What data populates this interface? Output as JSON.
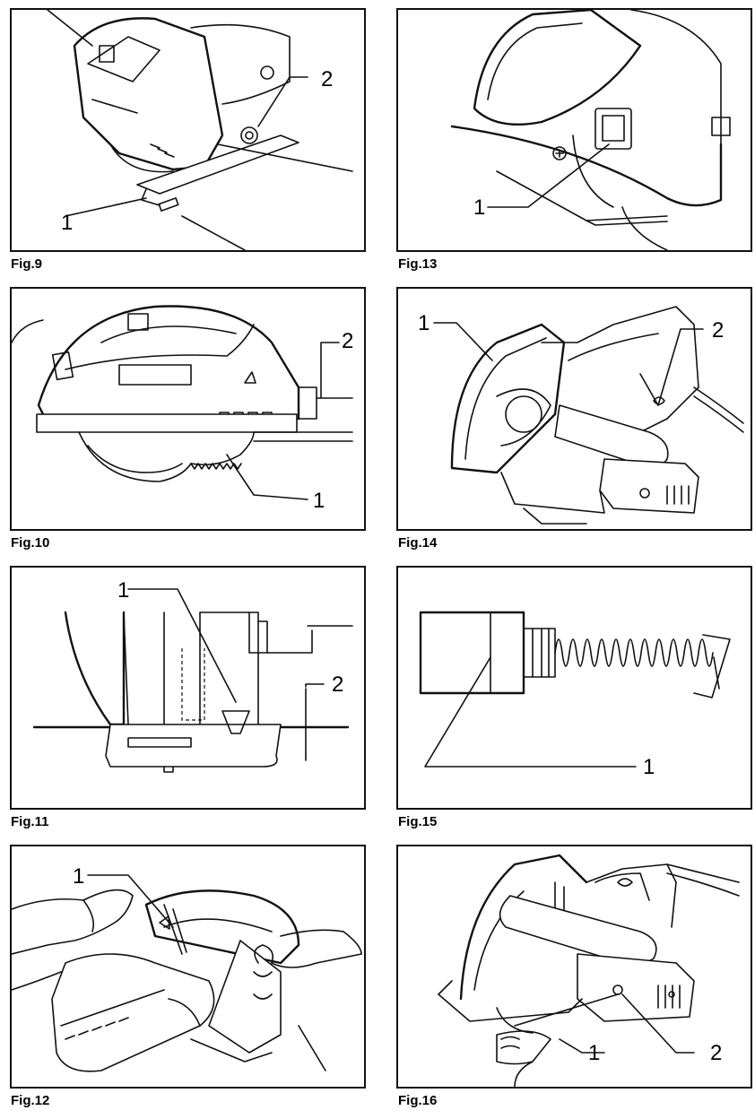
{
  "figures": [
    {
      "id": "fig9",
      "caption": "Fig.9",
      "callouts": [
        "1",
        "2"
      ]
    },
    {
      "id": "fig13",
      "caption": "Fig.13",
      "callouts": [
        "1"
      ]
    },
    {
      "id": "fig10",
      "caption": "Fig.10",
      "callouts": [
        "2",
        "1"
      ]
    },
    {
      "id": "fig14",
      "caption": "Fig.14",
      "callouts": [
        "1",
        "2"
      ]
    },
    {
      "id": "fig11",
      "caption": "Fig.11",
      "callouts": [
        "1",
        "2"
      ]
    },
    {
      "id": "fig15",
      "caption": "Fig.15",
      "callouts": [
        "1"
      ]
    },
    {
      "id": "fig12",
      "caption": "Fig.12",
      "callouts": [
        "1"
      ]
    },
    {
      "id": "fig16",
      "caption": "Fig.16",
      "callouts": [
        "1",
        "2"
      ]
    }
  ]
}
